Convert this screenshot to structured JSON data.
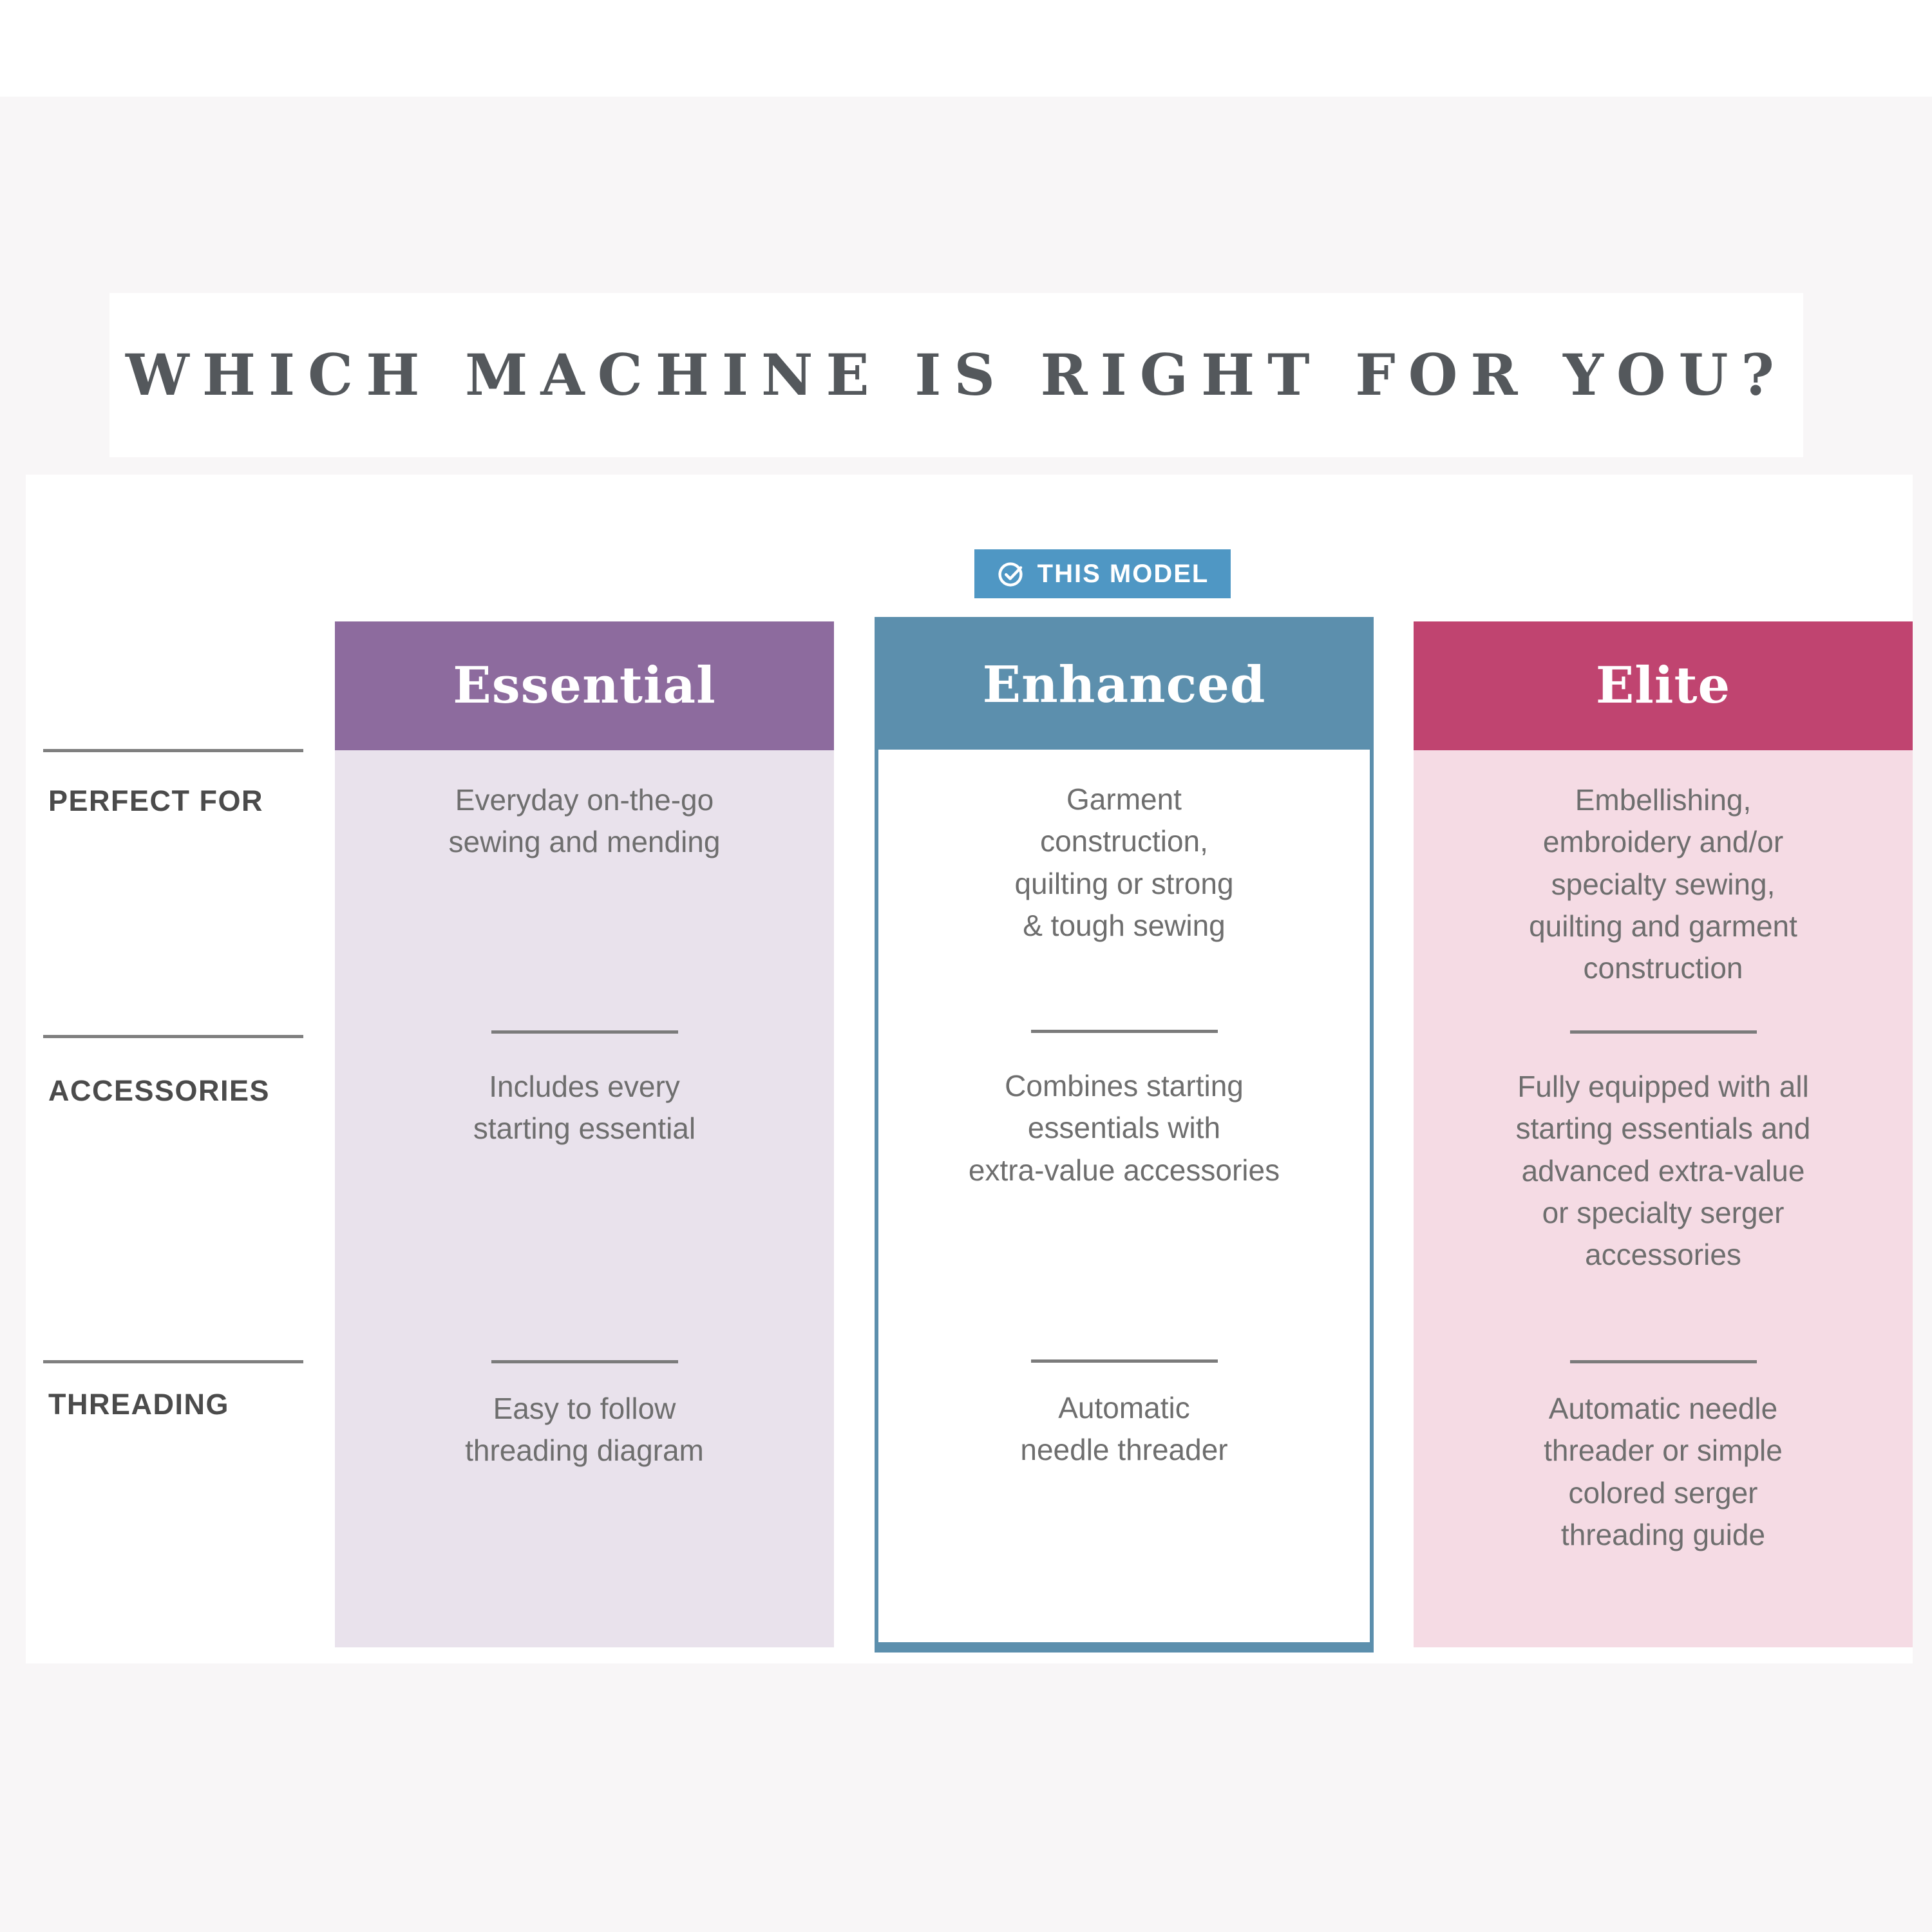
{
  "title": "WHICH MACHINE IS RIGHT FOR YOU?",
  "badge": {
    "label": "THIS MODEL",
    "icon": "check-circle-icon",
    "bg_color": "#4f97c4",
    "text_color": "#ffffff"
  },
  "row_labels": [
    {
      "label": "PERFECT FOR"
    },
    {
      "label": "ACCESSORIES"
    },
    {
      "label": "THREADING"
    }
  ],
  "columns": [
    {
      "name": "Essential",
      "highlighted": false,
      "header_color": "#8d6b9e",
      "body_color": "#e9e2ec",
      "perfect_for": "Everyday on-the-go\nsewing and mending",
      "accessories": "Includes every\nstarting essential",
      "threading": "Easy to follow\nthreading diagram"
    },
    {
      "name": "Enhanced",
      "highlighted": true,
      "header_color": "#5c8fad",
      "body_color": "#ffffff",
      "border_color": "#5c8fad",
      "perfect_for": "Garment\nconstruction,\nquilting or strong\n& tough sewing",
      "accessories": "Combines starting\nessentials with\nextra-value accessories",
      "threading": "Automatic\nneedle threader"
    },
    {
      "name": "Elite",
      "highlighted": false,
      "header_color": "#c04470",
      "body_color": "#f5dbe4",
      "perfect_for": "Embellishing,\nembroidery and/or\nspecialty sewing,\nquilting and garment\nconstruction",
      "accessories": "Fully equipped with all\nstarting essentials and\nadvanced extra-value\nor specialty serger\naccessories",
      "threading": "Automatic needle\nthreader or simple\ncolored serger\nthreading guide"
    }
  ],
  "colors": {
    "page_bg": "#f8f6f7",
    "panel_bg": "#ffffff",
    "title_text": "#54585c",
    "label_text": "#4b4b4b",
    "body_text": "#6e6e6e",
    "rule": "#7f7f7f",
    "header_text": "#ffffff"
  }
}
